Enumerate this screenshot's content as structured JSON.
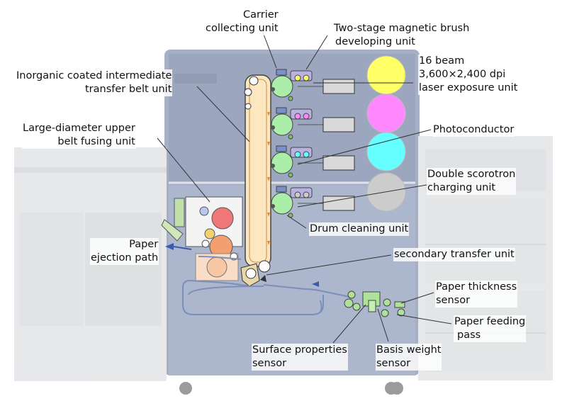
{
  "labels": {
    "carrier": [
      "Carrier",
      "collecting unit"
    ],
    "magnetic_brush": [
      "Two-stage magnetic brush",
      "developing unit"
    ],
    "laser": [
      "16 beam",
      "3,600×2,400 dpi",
      "laser exposure unit"
    ],
    "belt_unit": [
      "Inorganic coated intermediate",
      "transfer belt unit"
    ],
    "photoconductor": "Photoconductor",
    "fusing": [
      "Large-diameter upper",
      "belt fusing unit"
    ],
    "charging": [
      "Double scorotron",
      "charging unit"
    ],
    "drum_cleaning": "Drum cleaning unit",
    "paper_ejection": [
      "Paper",
      "ejection path"
    ],
    "secondary_transfer": "secondary transfer unit",
    "paper_thickness": [
      "Paper thickness",
      "sensor"
    ],
    "paper_feeding": [
      "Paper feeding",
      "pass"
    ],
    "surface_properties": [
      "Surface properties",
      "sensor"
    ],
    "basis_weight": [
      "Basis weight",
      "sensor"
    ]
  },
  "toner_colors": [
    "#ffff66",
    "#ff88ff",
    "#66ffff",
    "#cccccc"
  ],
  "drum_color": "#aaeeaa",
  "belt_color": "#fde7c0",
  "machine_color": "#6f80a8"
}
